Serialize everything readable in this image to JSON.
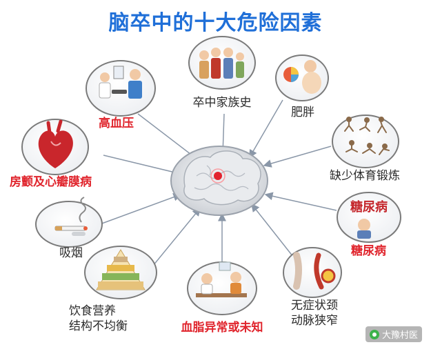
{
  "title": "脑卒中的十大危险因素",
  "center_node": {
    "icon": "brain-icon"
  },
  "factors": [
    {
      "id": "family-history",
      "label": "卒中家族史",
      "icon": "family-icon",
      "highlight": false
    },
    {
      "id": "obesity",
      "label": "肥胖",
      "icon": "obese-person-icon",
      "highlight": false
    },
    {
      "id": "lack-exercise",
      "label": "缺少体育锻炼",
      "icon": "exercise-icon",
      "highlight": false
    },
    {
      "id": "diabetes",
      "label": "糖尿病",
      "icon": "diabetes-icon",
      "highlight": true,
      "image_text": "糖尿病"
    },
    {
      "id": "carotid-stenosis",
      "label_lines": [
        "无症状颈",
        "动脉狭窄"
      ],
      "icon": "carotid-artery-icon",
      "highlight": false
    },
    {
      "id": "dyslipidemia",
      "label": "血脂异常或未知",
      "icon": "doctor-consultation-icon",
      "highlight": true
    },
    {
      "id": "diet",
      "label_lines": [
        "饮食营养",
        "结构不均衡"
      ],
      "icon": "food-pyramid-icon",
      "highlight": false
    },
    {
      "id": "smoking",
      "label": "吸烟",
      "icon": "cigarette-icon",
      "highlight": false
    },
    {
      "id": "atrial-fibrillation",
      "label": "房颤及心瓣膜病",
      "icon": "heart-icon",
      "highlight": true
    },
    {
      "id": "hypertension",
      "label": "高血压",
      "icon": "blood-pressure-icon",
      "highlight": true
    }
  ],
  "colors": {
    "title": "#1f6fd8",
    "highlight_label": "#e0242c",
    "normal_label": "#2a2a2a",
    "arrow": "#8a97a8",
    "circle_border": "#7a7a7a"
  },
  "watermark": {
    "text": "大豫村医"
  }
}
